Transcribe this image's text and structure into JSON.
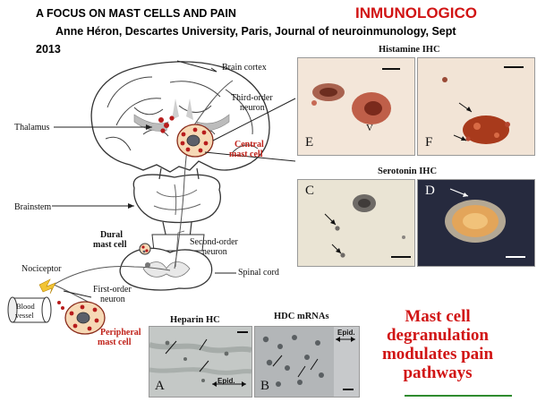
{
  "header": {
    "title": "A FOCUS ON MAST CELLS AND PAIN",
    "brand": "INMUNOLOGICO",
    "author_line": "Anne Héron,   Descartes University, Paris,   Journal of neuroinmunology, Sept",
    "year": "2013"
  },
  "diagram": {
    "labels": {
      "brain_cortex": "Brain cortex",
      "third_order_1": "Third-order",
      "third_order_2": "neuron",
      "thalamus": "Thalamus",
      "central_1": "Central",
      "central_2": "mast cell",
      "brainstem": "Brainstem",
      "dural_1": "Dural",
      "dural_2": "mast cell",
      "second_order_1": "Second-order",
      "second_order_2": "neuron",
      "spinal_cord": "Spinal cord",
      "nociceptor": "Nociceptor",
      "first_order_1": "First-order",
      "first_order_2": "neuron",
      "blood_1": "Blood",
      "blood_2": "vessel",
      "peripheral_1": "Peripheral",
      "peripheral_2": "mast cell"
    }
  },
  "panels": {
    "histamine_title": "Histamine IHC",
    "serotonin_title": "Serotonin IHC",
    "heparin_title": "Heparin  HC",
    "hdc_title": "HDC mRNAs",
    "E": "E",
    "E_mark": "V",
    "F": "F",
    "C": "C",
    "D": "D",
    "A": "A",
    "B": "B",
    "epid": "Epid.",
    "epid_b": "Epid."
  },
  "summary": {
    "line1": "Mast cell",
    "line2": "degranulation",
    "line3": "modulates pain",
    "line4": "pathways"
  },
  "colors": {
    "brand_red": "#d11414",
    "summary_underline": "#2e8b2e",
    "granule_red": "#b81c1c",
    "mast_cell_fill": "#f6d9b6"
  }
}
